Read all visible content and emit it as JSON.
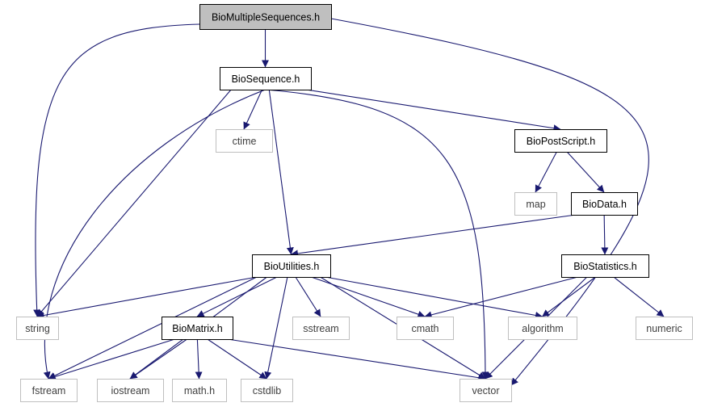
{
  "colors": {
    "edge": "#191970",
    "focus_fill": "#bfbfbf",
    "project_border": "#000000",
    "external_border": "#bfbfbf",
    "external_text": "#404040"
  },
  "nodes": {
    "biomultiplesequences_h": "BioMultipleSequences.h",
    "biosequence_h": "BioSequence.h",
    "ctime": "ctime",
    "biopostscript_h": "BioPostScript.h",
    "map": "map",
    "biodata_h": "BioData.h",
    "bioutilities_h": "BioUtilities.h",
    "biostatistics_h": "BioStatistics.h",
    "string": "string",
    "biomatrix_h": "BioMatrix.h",
    "sstream": "sstream",
    "cmath": "cmath",
    "algorithm": "algorithm",
    "numeric": "numeric",
    "fstream": "fstream",
    "iostream": "iostream",
    "math_h": "math.h",
    "cstdlib": "cstdlib",
    "vector": "vector"
  },
  "edges": [
    [
      "biomultiplesequences_h",
      "biosequence_h"
    ],
    [
      "biomultiplesequences_h",
      "string"
    ],
    [
      "biomultiplesequences_h",
      "vector"
    ],
    [
      "biosequence_h",
      "ctime"
    ],
    [
      "biosequence_h",
      "fstream"
    ],
    [
      "biosequence_h",
      "string"
    ],
    [
      "biosequence_h",
      "bioutilities_h"
    ],
    [
      "biosequence_h",
      "vector"
    ],
    [
      "biosequence_h",
      "biopostscript_h"
    ],
    [
      "biopostscript_h",
      "map"
    ],
    [
      "biopostscript_h",
      "biodata_h"
    ],
    [
      "biodata_h",
      "bioutilities_h"
    ],
    [
      "biodata_h",
      "biostatistics_h"
    ],
    [
      "bioutilities_h",
      "string"
    ],
    [
      "bioutilities_h",
      "fstream"
    ],
    [
      "bioutilities_h",
      "iostream"
    ],
    [
      "bioutilities_h",
      "biomatrix_h"
    ],
    [
      "bioutilities_h",
      "cstdlib"
    ],
    [
      "bioutilities_h",
      "sstream"
    ],
    [
      "bioutilities_h",
      "cmath"
    ],
    [
      "bioutilities_h",
      "algorithm"
    ],
    [
      "bioutilities_h",
      "vector"
    ],
    [
      "biostatistics_h",
      "cmath"
    ],
    [
      "biostatistics_h",
      "algorithm"
    ],
    [
      "biostatistics_h",
      "numeric"
    ],
    [
      "biostatistics_h",
      "vector"
    ],
    [
      "biomatrix_h",
      "fstream"
    ],
    [
      "biomatrix_h",
      "iostream"
    ],
    [
      "biomatrix_h",
      "math_h"
    ],
    [
      "biomatrix_h",
      "cstdlib"
    ],
    [
      "biomatrix_h",
      "vector"
    ]
  ]
}
